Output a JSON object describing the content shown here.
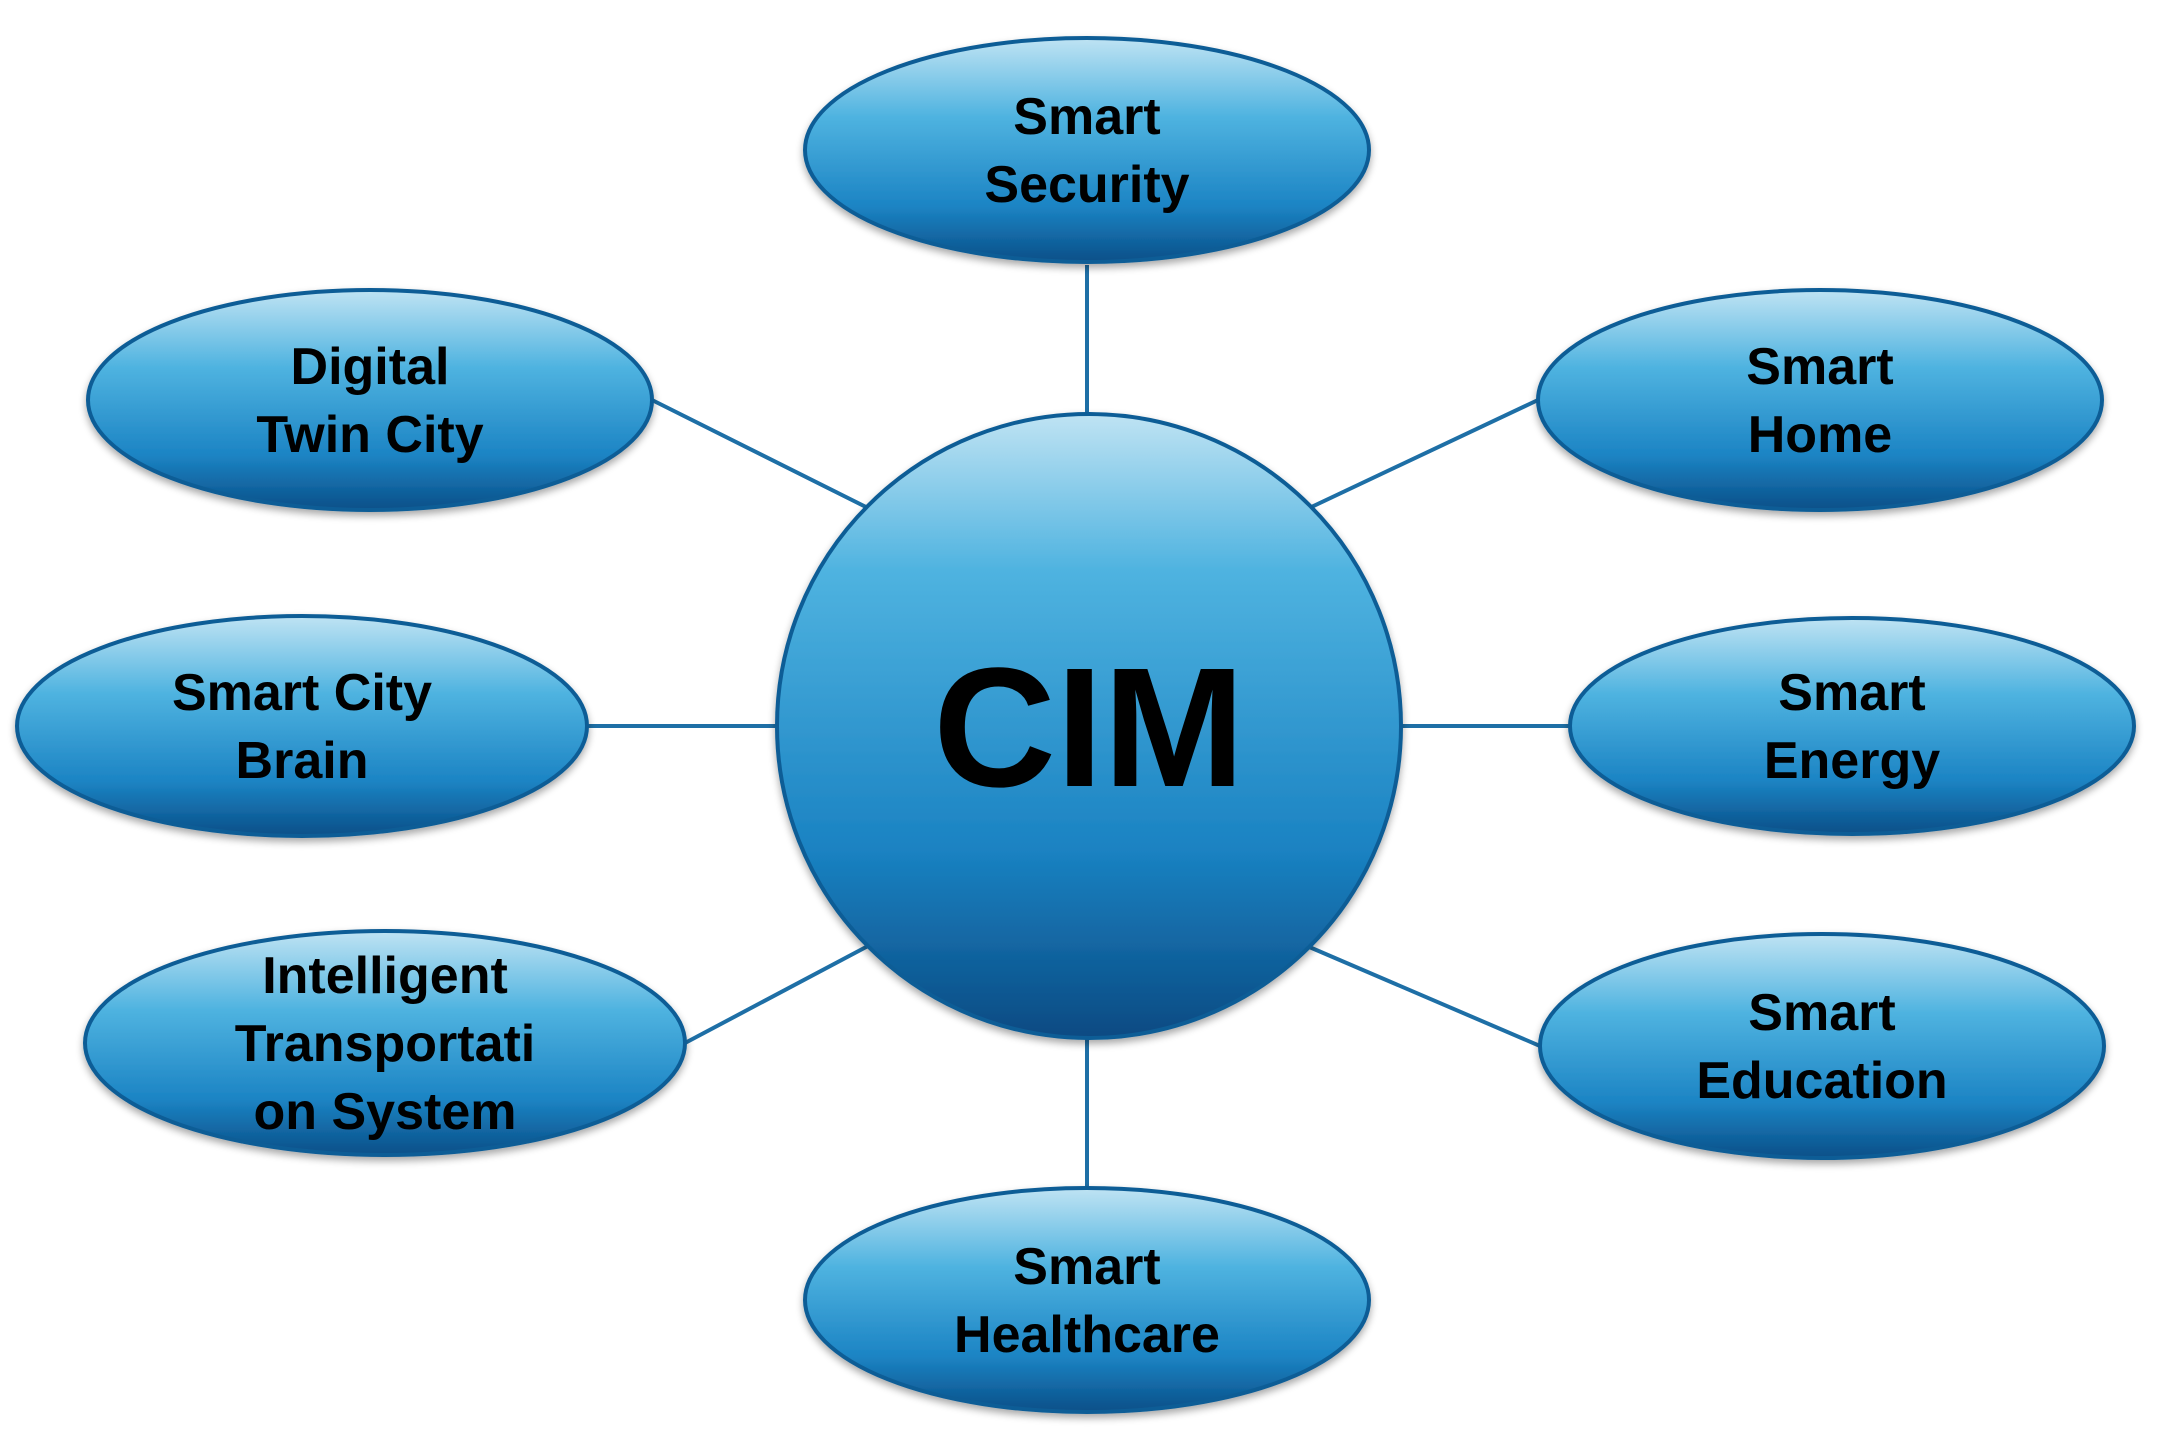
{
  "hub": {
    "label": "CIM"
  },
  "nodes": [
    {
      "id": "smart-security",
      "lines": [
        "Smart",
        "Security"
      ]
    },
    {
      "id": "smart-home",
      "lines": [
        "Smart",
        "Home"
      ]
    },
    {
      "id": "smart-energy",
      "lines": [
        "Smart",
        "Energy"
      ]
    },
    {
      "id": "smart-education",
      "lines": [
        "Smart",
        "Education"
      ]
    },
    {
      "id": "smart-healthcare",
      "lines": [
        "Smart",
        "Healthcare"
      ]
    },
    {
      "id": "intelligent-transportation-system",
      "lines": [
        "Intelligent",
        "Transportati",
        "on System"
      ]
    },
    {
      "id": "smart-city-brain",
      "lines": [
        "Smart City",
        "Brain"
      ]
    },
    {
      "id": "digital-twin-city",
      "lines": [
        "Digital",
        "Twin City"
      ]
    }
  ],
  "colors": {
    "node_light": "#bfe3f3",
    "node_mid": "#2f9fd6",
    "node_dark": "#0a5a96",
    "node_border": "#0d5d96",
    "connector": "#1e6fa6",
    "text": "#000000"
  }
}
